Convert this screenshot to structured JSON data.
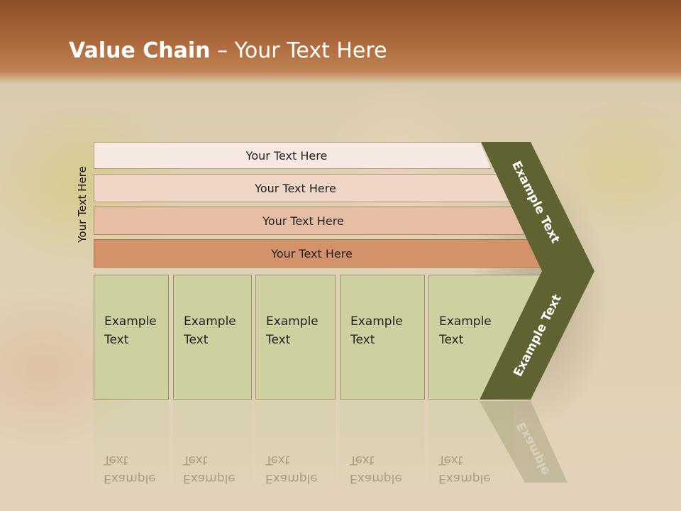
{
  "header": {
    "title_bold": "Value Chain",
    "title_rest": " – Your Text Here"
  },
  "side_label": "Your Text Here",
  "rows": [
    {
      "label": "Your Text Here",
      "color": "#f5e9e2"
    },
    {
      "label": "Your Text Here",
      "color": "#efd6c7"
    },
    {
      "label": "Your Text Here",
      "color": "#e6bea3"
    },
    {
      "label": "Your Text Here",
      "color": "#d4926a"
    }
  ],
  "boxes": [
    {
      "line1": "Example",
      "line2": "Text"
    },
    {
      "line1": "Example",
      "line2": "Text"
    },
    {
      "line1": "Example",
      "line2": "Text"
    },
    {
      "line1": "Example",
      "line2": "Text"
    },
    {
      "line1": "Example",
      "line2": "Text"
    }
  ],
  "chevrons": {
    "upper_label": "Example Text",
    "lower_label": "Example Text",
    "reflection_label": "Example",
    "color": "#606331"
  }
}
